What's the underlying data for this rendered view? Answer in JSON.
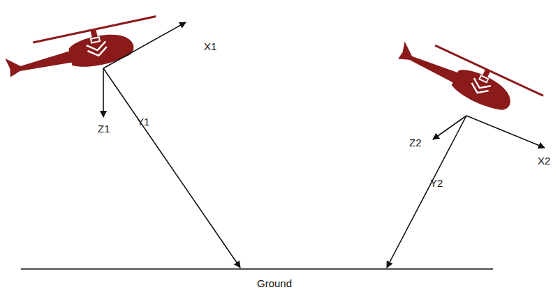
{
  "diagram": {
    "labels": [
      "X1",
      "Z1",
      "Y1",
      "Z2",
      "X2",
      "Y2",
      "Ground"
    ]
  }
}
